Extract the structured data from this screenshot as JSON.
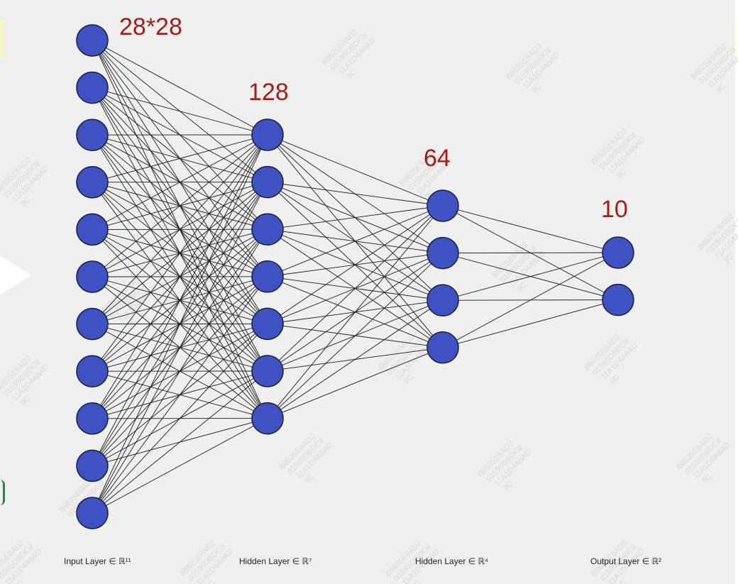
{
  "diagram": {
    "title": "",
    "layers": [
      {
        "size_label": "28*28",
        "caption": "Input Layer ∈ ℝ¹¹",
        "node_count": 11
      },
      {
        "size_label": "128",
        "caption": "Hidden Layer ∈ ℝ⁷",
        "node_count": 7
      },
      {
        "size_label": "64",
        "caption": "Hidden Layer ∈ ℝ⁴",
        "node_count": 4
      },
      {
        "size_label": "10",
        "caption": "Output Layer ∈ ℝ²",
        "node_count": 2
      }
    ],
    "connectivity": "fully-connected",
    "colors": {
      "node_fill": "#3e52c4",
      "node_stroke": "#1b1f3a",
      "edge": "#1a1a1a",
      "size_label": "#a41c17",
      "background": "#efefef"
    },
    "watermark_text": [
      "B8625E8AD2",
      "01595DBDC8",
      "11A1D4A8AD",
      "9C"
    ]
  }
}
